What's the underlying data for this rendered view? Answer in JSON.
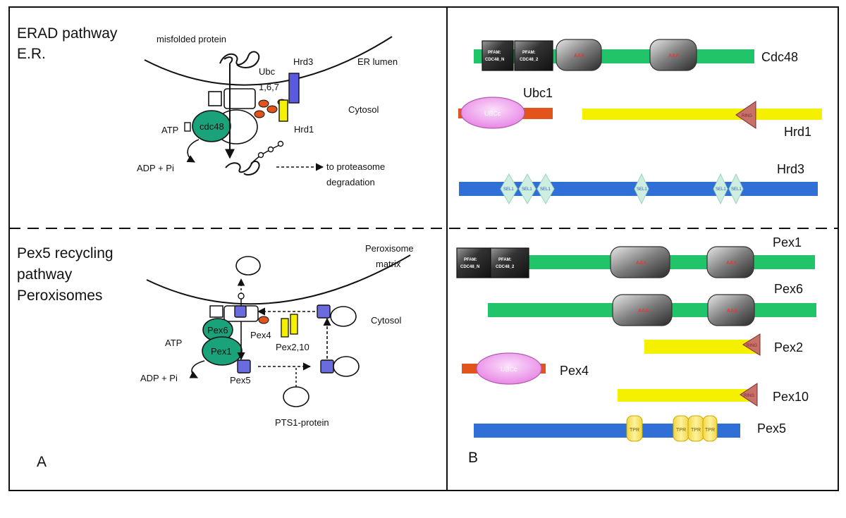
{
  "panel_a": {
    "erad": {
      "title_line1": "ERAD pathway",
      "title_line2": "E.R.",
      "misfolded_protein": "misfolded protein",
      "er_lumen": "ER lumen",
      "ubc": "Ubc",
      "ubc_numbers": "1,6,7",
      "hrd3": "Hrd3",
      "cytosol": "Cytosol",
      "cdc48": "cdc48",
      "atp": "ATP",
      "hrd1": "Hrd1",
      "adp_pi": "ADP + Pi",
      "to_proteasome": "to proteasome",
      "degradation": "degradation"
    },
    "pex5": {
      "title_line1": "Pex5 recycling",
      "title_line2": "pathway",
      "title_line3": "Peroxisomes",
      "peroxisome": "Peroxisome",
      "matrix": "matrix",
      "cytosol": "Cytosol",
      "pex6": "Pex6",
      "pex1": "Pex1",
      "pex4": "Pex4",
      "pex2_10": "Pex2,10",
      "atp": "ATP",
      "adp_pi": "ADP + Pi",
      "pex5": "Pex5",
      "pts1_protein": "PTS1-protein"
    },
    "label": "A"
  },
  "panel_b": {
    "label": "B",
    "domains": {
      "pfam_cdc48_n_line1": "PFAM:",
      "pfam_cdc48_n_line2": "CDC48_N",
      "pfam_cdc48_2_line1": "PFAM:",
      "pfam_cdc48_2_line2": "CDC48_2",
      "aaa": "AAA",
      "ubcc": "UBCc",
      "ring": "RING",
      "sel1": "SEL1",
      "tpr": "TPR"
    },
    "proteins": {
      "cdc48": "Cdc48",
      "ubc1": "Ubc1",
      "hrd1": "Hrd1",
      "hrd3": "Hrd3",
      "pex1": "Pex1",
      "pex6": "Pex6",
      "pex2": "Pex2",
      "pex4": "Pex4",
      "pex10": "Pex10",
      "pex5": "Pex5"
    }
  },
  "colors": {
    "walker_green": "#22c46a",
    "cdc48_teal": "#1aa37a",
    "ubc_orange": "#e2541c",
    "hrd1_yellow": "#f4f000",
    "hrd3_blue": "#2f6fd6",
    "pex5_purple": "#6b6be0",
    "ubcc_pink": "#f2a8f0",
    "ring_red": "#c8706a",
    "tpr_yellow": "#f7e36a",
    "sel1_mint": "#cdeee0"
  }
}
